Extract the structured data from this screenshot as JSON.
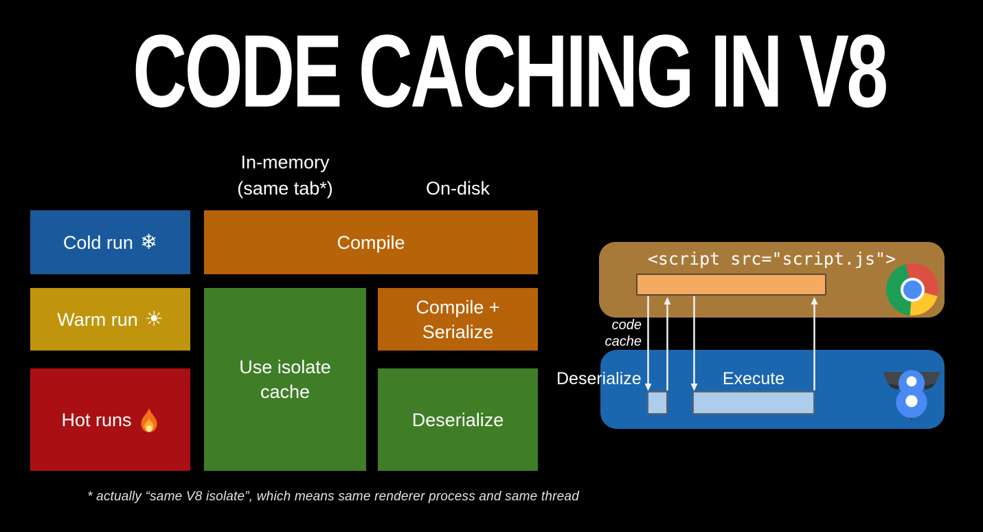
{
  "title": "CODE CACHING IN V8",
  "matrix": {
    "column_headers": [
      "In-memory\n(same tab*)",
      "On-disk"
    ],
    "rows": [
      {
        "label": "Cold run",
        "icon": "snowflake",
        "glyph": "❄"
      },
      {
        "label": "Warm run",
        "icon": "sun",
        "glyph": "☀"
      },
      {
        "label": "Hot runs",
        "icon": "fire",
        "glyph": "🔥"
      }
    ],
    "cells": {
      "compile": "Compile",
      "use_isolate_cache": "Use isolate cache",
      "compile_serialize": "Compile + Serialize",
      "deserialize": "Deserialize"
    },
    "colors": {
      "cold": "#1a5a9c",
      "warm": "#c0950d",
      "hot": "#aa1013",
      "compile": "#b76309",
      "cache_hit": "#3f7e26"
    }
  },
  "footnote": "* actually “same V8 isolate”, which means same renderer process and same thread",
  "diagram": {
    "script_tag": "<script src=\"script.js\">",
    "code_cache_label": "code\ncache",
    "deserialize_label": "Deserialize",
    "execute_label": "Execute",
    "browser_icon": "chrome",
    "engine_icon": "v8",
    "colors": {
      "browser_box": "#a87a3a",
      "engine_box": "#1a66af",
      "script_bar": "#f6aa60",
      "task_bar": "#aecdec"
    }
  }
}
